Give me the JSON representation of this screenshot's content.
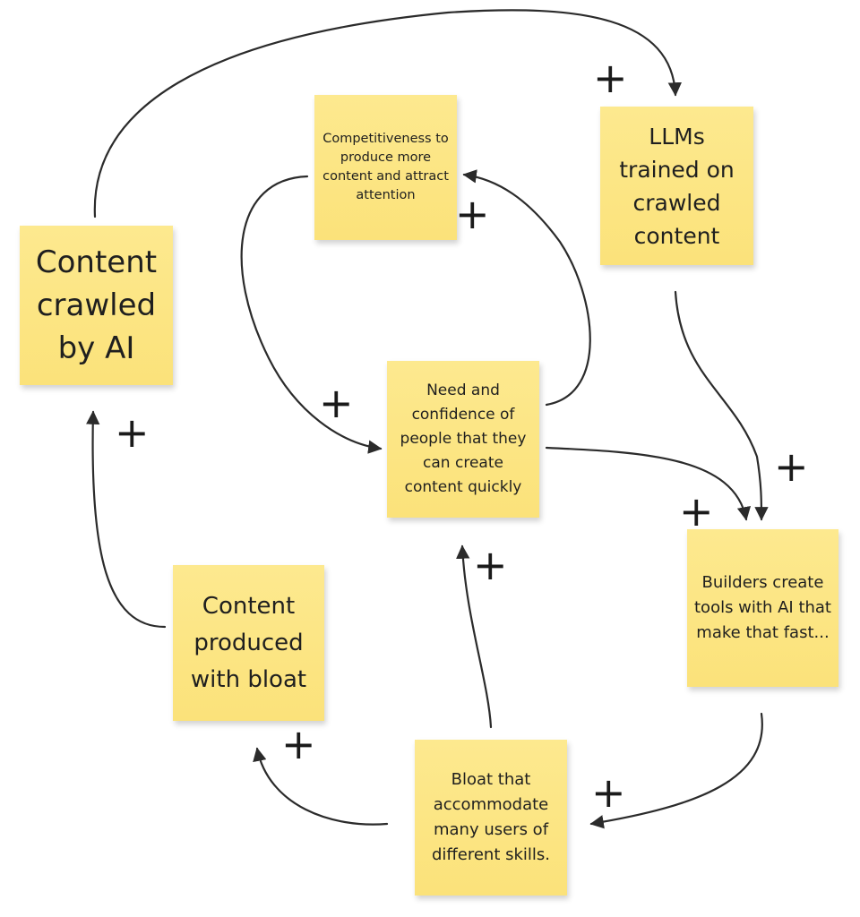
{
  "notes": {
    "content_crawled": "Content crawled by AI",
    "competitiveness": "Competitiveness to produce more content and attract attention",
    "llms_trained": "LLMs trained on crawled content",
    "need_confidence": "Need and confidence of people that they can create content quickly",
    "builders": "Builders create tools with AI  that make that fast...",
    "content_produced": "Content produced with bloat",
    "bloat": "Bloat that accommodate many users of different skills."
  },
  "link_polarity": "+",
  "colors": {
    "note_fill": "#fbe27a",
    "arrow": "#2b2b2b",
    "text": "#1f1f1f"
  }
}
